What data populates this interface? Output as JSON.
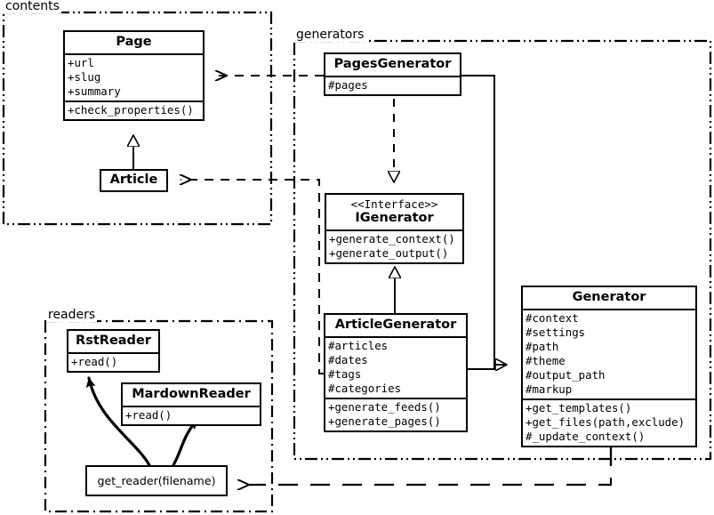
{
  "diagram": {
    "type": "uml-class-diagram",
    "title": "",
    "packages": [
      {
        "id": "contents",
        "label": "contents",
        "border_style": "dash-dot-dot"
      },
      {
        "id": "generators",
        "label": "generators",
        "border_style": "dash-dot-dot"
      },
      {
        "id": "readers",
        "label": "readers",
        "border_style": "dash-dot"
      }
    ],
    "classes": [
      {
        "id": "page",
        "name": "Page",
        "stereotype": "",
        "attributes": [
          "+url",
          "+slug",
          "+summary"
        ],
        "methods": [
          "+check_properties()"
        ],
        "package": "contents"
      },
      {
        "id": "article",
        "name": "Article",
        "stereotype": "",
        "attributes": [],
        "methods": [],
        "package": "contents"
      },
      {
        "id": "pages_generator",
        "name": "PagesGenerator",
        "stereotype": "",
        "attributes": [
          "#pages"
        ],
        "methods": [],
        "package": "generators"
      },
      {
        "id": "igenerator",
        "name": "IGenerator",
        "stereotype": "<<Interface>>",
        "attributes": [],
        "methods": [
          "+generate_context()",
          "+generate_output()"
        ],
        "package": "generators"
      },
      {
        "id": "article_generator",
        "name": "ArticleGenerator",
        "stereotype": "",
        "attributes": [
          "#articles",
          "#dates",
          "#tags",
          "#categories"
        ],
        "methods": [
          "+generate_feeds()",
          "+generate_pages()"
        ],
        "package": "generators"
      },
      {
        "id": "generator",
        "name": "Generator",
        "stereotype": "",
        "attributes": [
          "#context",
          "#settings",
          "#path",
          "#theme",
          "#output_path",
          "#markup"
        ],
        "methods": [
          "+get_templates()",
          "+get_files(path,exclude)",
          "#_update_context()"
        ],
        "package": "generators"
      },
      {
        "id": "rst_reader",
        "name": "RstReader",
        "stereotype": "",
        "attributes": [],
        "methods": [
          "+read()"
        ],
        "package": "readers"
      },
      {
        "id": "mardown_reader",
        "name": "MardownReader",
        "stereotype": "",
        "attributes": [],
        "methods": [
          "+read()"
        ],
        "package": "readers"
      }
    ],
    "functions": [
      {
        "id": "get_reader",
        "label": "get_reader(filename)",
        "package": "readers"
      }
    ],
    "relationships": [
      {
        "from": "article",
        "to": "page",
        "type": "generalization",
        "style": "solid",
        "arrow": "hollow-triangle"
      },
      {
        "from": "pages_generator",
        "to": "igenerator",
        "type": "realization",
        "style": "dashed",
        "arrow": "hollow-triangle"
      },
      {
        "from": "article_generator",
        "to": "igenerator",
        "type": "generalization",
        "style": "solid",
        "arrow": "hollow-triangle"
      },
      {
        "from": "pages_generator",
        "to": "generator",
        "type": "generalization",
        "style": "solid",
        "arrow": "hollow-triangle"
      },
      {
        "from": "article_generator",
        "to": "generator",
        "type": "generalization",
        "style": "solid",
        "arrow": "hollow-triangle"
      },
      {
        "from": "pages_generator",
        "to": "page",
        "type": "dependency",
        "style": "dashed",
        "arrow": "open"
      },
      {
        "from": "article_generator",
        "to": "article",
        "type": "dependency",
        "style": "dashed",
        "arrow": "open"
      },
      {
        "from": "generator",
        "to": "get_reader",
        "type": "dependency",
        "style": "dashed",
        "arrow": "open"
      },
      {
        "from": "get_reader",
        "to": "rst_reader",
        "type": "curved-call",
        "style": "solid",
        "arrow": "filled"
      },
      {
        "from": "get_reader",
        "to": "mardown_reader",
        "type": "curved-call",
        "style": "solid",
        "arrow": "filled"
      }
    ],
    "colors": {
      "stroke": "#000000",
      "fill": "#ffffff",
      "text": "#000000"
    }
  }
}
